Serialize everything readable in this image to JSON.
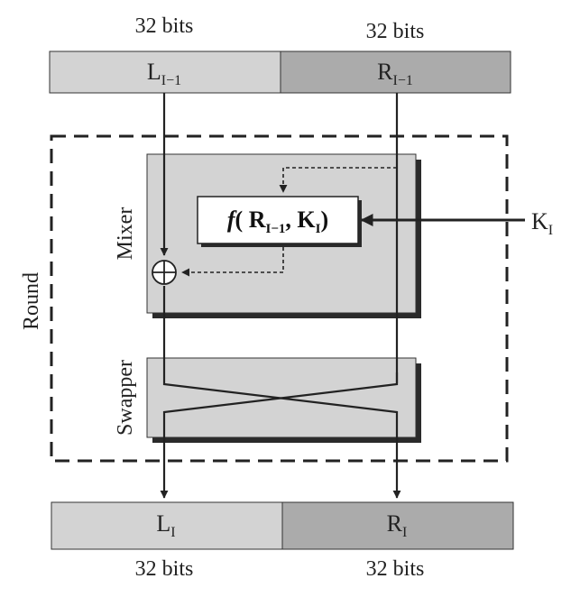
{
  "top": {
    "left_width_label": "32 bits",
    "right_width_label": "32 bits",
    "left_block": {
      "base": "L",
      "sub": "I−1"
    },
    "right_block": {
      "base": "R",
      "sub": "I−1"
    }
  },
  "round": {
    "label": "Round",
    "mixer": {
      "label": "Mixer",
      "function": {
        "f": "f",
        "open": "( ",
        "r": "R",
        "r_sub": "I−1",
        "comma": ", ",
        "k": "K",
        "k_sub": "I",
        "close": ")"
      },
      "xor_symbol": "⊕"
    },
    "swapper": {
      "label": "Swapper"
    },
    "key_input": {
      "base": "K",
      "sub": "I"
    }
  },
  "bottom": {
    "left_block": {
      "base": "L",
      "sub": "I"
    },
    "right_block": {
      "base": "R",
      "sub": "I"
    },
    "left_width_label": "32 bits",
    "right_width_label": "32 bits"
  },
  "colors": {
    "left_block": "#d3d3d3",
    "right_block": "#ababab",
    "mixer_fill": "#d3d3d3",
    "shadow": "#2a2a2a",
    "line": "#222222"
  }
}
